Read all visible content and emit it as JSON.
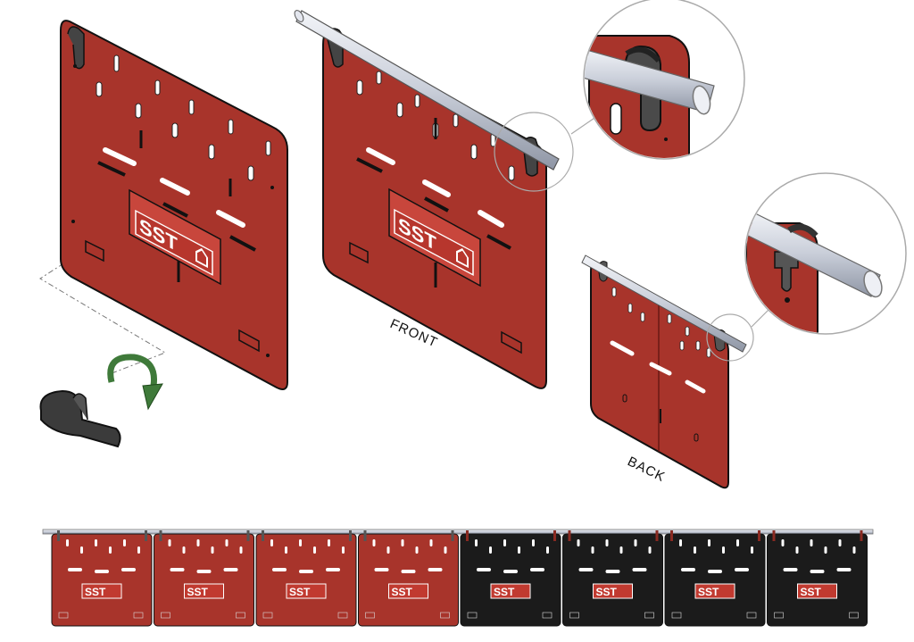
{
  "logo": {
    "text": "SST"
  },
  "labels": {
    "front": "FRONT",
    "back": "BACK"
  },
  "colors": {
    "panel_red": "#a8342b",
    "panel_red_edge": "#6e1c16",
    "panel_black": "#1b1b1b",
    "rod": "#d7dbe4",
    "clip": "#3d3d3d",
    "arrow": "#3f7a3a"
  },
  "strip": {
    "panels": [
      {
        "color": "red"
      },
      {
        "color": "red"
      },
      {
        "color": "red"
      },
      {
        "color": "red"
      },
      {
        "color": "black"
      },
      {
        "color": "black"
      },
      {
        "color": "black"
      },
      {
        "color": "black"
      }
    ]
  }
}
